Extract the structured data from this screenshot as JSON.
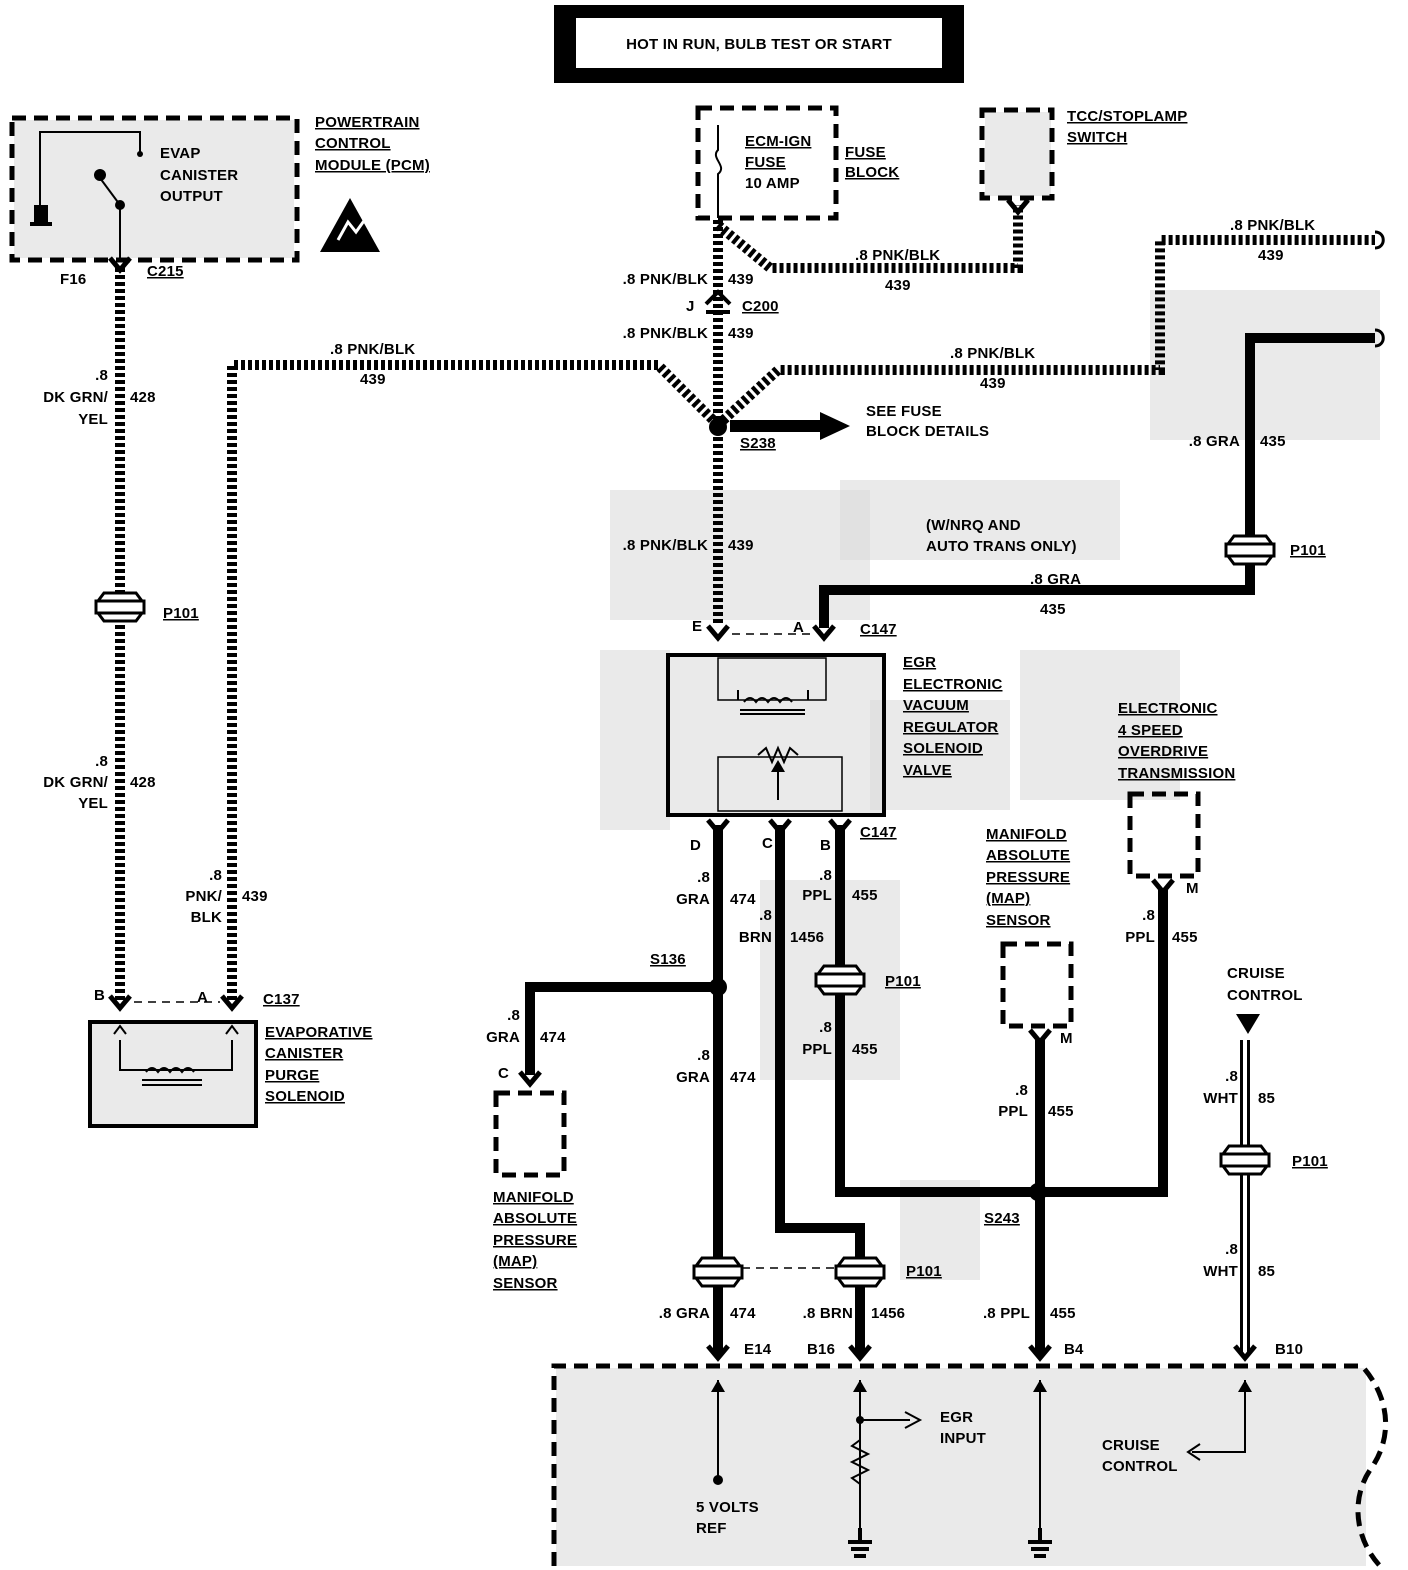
{
  "header": {
    "title": "HOT IN RUN, BULB TEST OR START"
  },
  "components": {
    "pcm": {
      "l1": "POWERTRAIN",
      "l2": "CONTROL",
      "l3": "MODULE (PCM)"
    },
    "evap_output": {
      "l1": "EVAP",
      "l2": "CANISTER",
      "l3": "OUTPUT"
    },
    "fuse": {
      "l1": "ECM-IGN",
      "l2": "FUSE",
      "l3": "10 AMP"
    },
    "fuse_block": {
      "l1": "FUSE",
      "l2": "BLOCK"
    },
    "tcc_switch": {
      "l1": "TCC/STOPLAMP",
      "l2": "SWITCH"
    },
    "see_fuse": {
      "l1": "SEE FUSE",
      "l2": "BLOCK DETAILS"
    },
    "note": {
      "l1": "(W/NRQ AND",
      "l2": "AUTO TRANS ONLY)"
    },
    "egr_valve": {
      "l1": "EGR",
      "l2": "ELECTRONIC",
      "l3": "VACUUM",
      "l4": "REGULATOR",
      "l5": "SOLENOID",
      "l6": "VALVE"
    },
    "trans": {
      "l1": "ELECTRONIC",
      "l2": "4 SPEED",
      "l3": "OVERDRIVE",
      "l4": "TRANSMISSION"
    },
    "map_right": {
      "l1": "MANIFOLD",
      "l2": "ABSOLUTE",
      "l3": "PRESSURE",
      "l4": "(MAP)",
      "l5": "SENSOR"
    },
    "map_left": {
      "l1": "MANIFOLD",
      "l2": "ABSOLUTE",
      "l3": "PRESSURE",
      "l4": "(MAP)",
      "l5": "SENSOR"
    },
    "cruise_top": {
      "l1": "CRUISE",
      "l2": "CONTROL"
    },
    "evap_solenoid": {
      "l1": "EVAPORATIVE",
      "l2": "CANISTER",
      "l3": "PURGE",
      "l4": "SOLENOID"
    },
    "egr_input": {
      "l1": "EGR",
      "l2": "INPUT"
    },
    "cruise_bottom": {
      "l1": "CRUISE",
      "l2": "CONTROL"
    },
    "ref": {
      "l1": "5 VOLTS",
      "l2": "REF"
    }
  },
  "connectors": {
    "c215": "C215",
    "f16": "F16",
    "c200": "C200",
    "j": "J",
    "s238": "S238",
    "c147_top": "C147",
    "e": "E",
    "a": "A",
    "c147_bot": "C147",
    "d": "D",
    "c": "C",
    "b": "B",
    "p101_left": "P101",
    "p101_right_top": "P101",
    "p101_mid": "P101",
    "p101_cruise": "P101",
    "p101_bottom": "P101",
    "c137": "C137",
    "b137": "B",
    "a137": "A",
    "s136": "S136",
    "c_map": "C",
    "m_map": "M",
    "m_trans": "M",
    "s243": "S243",
    "e14": "E14",
    "b16": "B16",
    "b4": "B4",
    "b10": "B10"
  },
  "wires": {
    "w428a": {
      "gauge": ".8",
      "color1": "DK GRN/",
      "color2": "YEL",
      "circuit": "428"
    },
    "w428b": {
      "gauge": ".8",
      "color1": "DK GRN/",
      "color2": "YEL",
      "circuit": "428"
    },
    "w439_fuse": {
      "label": ".8 PNK/BLK",
      "circuit": "439"
    },
    "w439_c200": {
      "label": ".8 PNK/BLK",
      "circuit": "439"
    },
    "w439_tcc": {
      "label": ".8 PNK/BLK",
      "circuit": "439"
    },
    "w439_right": {
      "label": ".8 PNK/BLK",
      "circuit": "439"
    },
    "w439_left": {
      "label": ".8 PNK/BLK",
      "circuit": "439"
    },
    "w439_mid": {
      "label": ".8 PNK/BLK",
      "circuit": "439"
    },
    "w439_egr": {
      "label": ".8 PNK/BLK",
      "circuit": "439"
    },
    "w439_solenoid": {
      "gauge": ".8",
      "color1": "PNK/",
      "color2": "BLK",
      "circuit": "439"
    },
    "w435_vert": {
      "label": ".8 GRA",
      "circuit": "435"
    },
    "w435_horiz": {
      "label": ".8 GRA",
      "circuit": "435"
    },
    "w474_a": {
      "gauge": ".8",
      "color": "GRA",
      "circuit": "474"
    },
    "w1456_a": {
      "gauge": ".8",
      "color": "BRN",
      "circuit": "1456"
    },
    "w455_a": {
      "gauge": ".8",
      "color": "PPL",
      "circuit": "455"
    },
    "w455_b": {
      "gauge": ".8",
      "color": "PPL",
      "circuit": "455"
    },
    "w474_map": {
      "gauge": ".8",
      "color": "GRA",
      "circuit": "474"
    },
    "w474_b": {
      "gauge": ".8",
      "color": "GRA",
      "circuit": "474"
    },
    "w455_trans": {
      "gauge": ".8",
      "color": "PPL",
      "circuit": "455"
    },
    "w455_map": {
      "gauge": ".8",
      "color": "PPL",
      "circuit": "455"
    },
    "w85_a": {
      "gauge": ".8",
      "color": "WHT",
      "circuit": "85"
    },
    "w85_b": {
      "gauge": ".8",
      "color": "WHT",
      "circuit": "85"
    },
    "w474_bot": {
      "label": ".8 GRA",
      "circuit": "474"
    },
    "w1456_bot": {
      "label": ".8 BRN",
      "circuit": "1456"
    },
    "w455_bot": {
      "label": ".8 PPL",
      "circuit": "455"
    }
  },
  "icons": {
    "esd": "esd-warning-icon",
    "ground": "ground-icon"
  }
}
